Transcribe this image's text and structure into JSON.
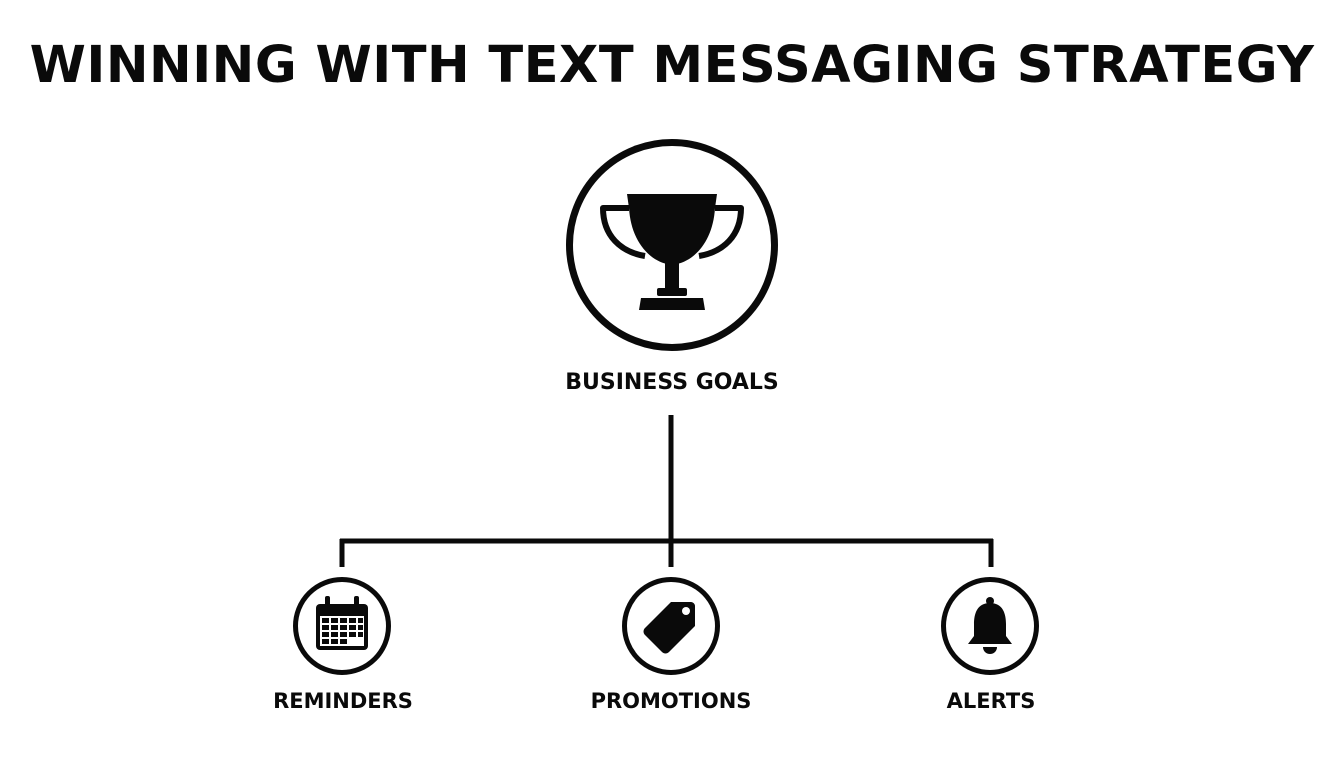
{
  "title": "WINNING WITH TEXT MESSAGING STRATEGY",
  "root": {
    "label": "BUSINESS GOALS",
    "icon": "trophy-icon"
  },
  "children": [
    {
      "label": "REMINDERS",
      "icon": "calendar-icon"
    },
    {
      "label": "PROMOTIONS",
      "icon": "price-tag-icon"
    },
    {
      "label": "ALERTS",
      "icon": "bell-icon"
    }
  ],
  "colors": {
    "ink": "#0a0a0a",
    "background": "#ffffff"
  }
}
